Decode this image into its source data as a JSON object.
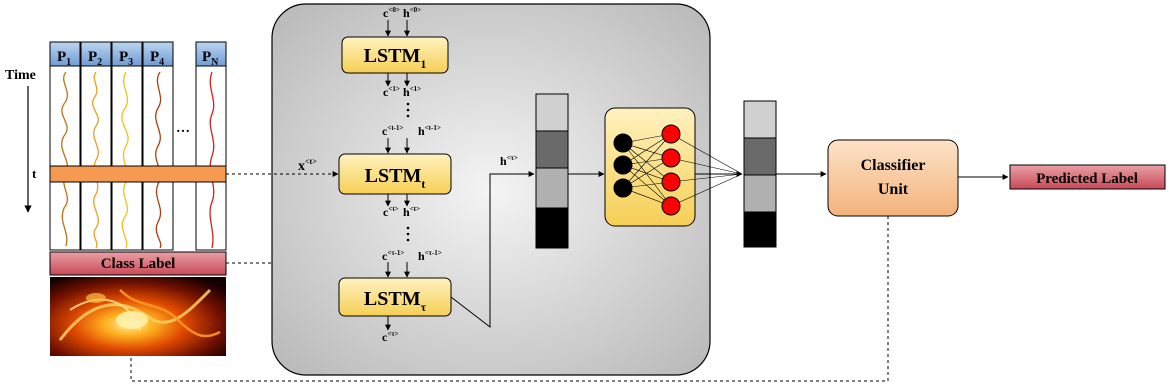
{
  "time_axis": {
    "label": "Time",
    "marker": "t"
  },
  "parameters": {
    "headers": [
      {
        "main": "P",
        "sub": "1"
      },
      {
        "main": "P",
        "sub": "2"
      },
      {
        "main": "P",
        "sub": "3"
      },
      {
        "main": "P",
        "sub": "4"
      },
      {
        "main": "P",
        "sub": "N"
      }
    ],
    "ellipsis": "…"
  },
  "class_label": "Class Label",
  "input_label": {
    "main": "x",
    "sup": "<t>"
  },
  "lstm_cells": [
    {
      "main": "LSTM",
      "sub": "1",
      "in_c": {
        "main": "c",
        "sup": "<0>"
      },
      "in_h": {
        "main": "h",
        "sup": "<0>"
      },
      "out_c": {
        "main": "c",
        "sup": "<1>"
      },
      "out_h": {
        "main": "h",
        "sup": "<1>"
      }
    },
    {
      "main": "LSTM",
      "sub": "t",
      "in_c": {
        "main": "c",
        "sup": "<t-1>"
      },
      "in_h": {
        "main": "h",
        "sup": "<t-1>"
      },
      "out_c": {
        "main": "c",
        "sup": "<t>"
      },
      "out_h": {
        "main": "h",
        "sup": "<t>"
      }
    },
    {
      "main": "LSTM",
      "sub": "τ",
      "in_c": {
        "main": "c",
        "sup": "<τ-1>"
      },
      "in_h": {
        "main": "h",
        "sup": "<τ-1>"
      },
      "out_c": {
        "main": "c",
        "sup": "<τ>"
      }
    }
  ],
  "hidden_output": {
    "main": "h",
    "sup": "<τ>"
  },
  "classifier": {
    "line1": "Classifier",
    "line2": "Unit"
  },
  "predicted_label": "Predicted Label",
  "colors": {
    "header_blue": "#7fa9d9",
    "band_orange": "#f59a50",
    "lstm_fill": "#fbe08a",
    "nn_box_fill": "#fbe39a",
    "classifier_fill": "#f9cba0",
    "label_red": "#d0606a",
    "neuron_red": "#ff0000",
    "panel_gray": "#c8c8c8",
    "wave_colors": [
      "#b8741a",
      "#e8a020",
      "#f0c020",
      "#a84010",
      "#d02020"
    ]
  }
}
